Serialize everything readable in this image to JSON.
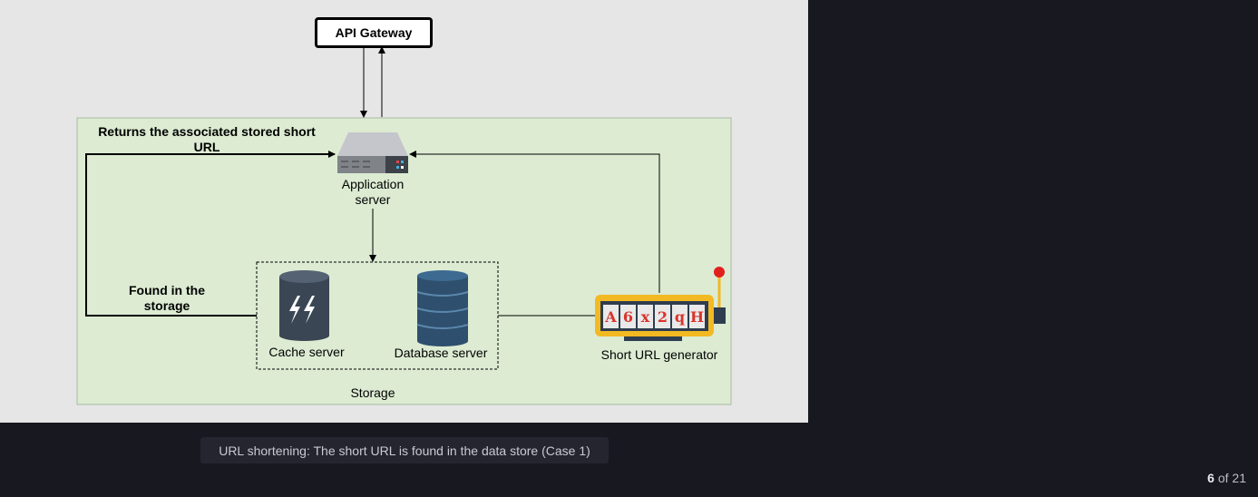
{
  "diagram": {
    "api_gateway": "API Gateway",
    "app_server": "Application server",
    "return_label": "Returns the associated stored short URL",
    "found_label": "Found in the storage",
    "cache_server": "Cache server",
    "database_server": "Database server",
    "storage": "Storage",
    "short_url_generator": "Short URL generator",
    "reel_letters": [
      "A",
      "6",
      "x",
      "2",
      "q",
      "H"
    ]
  },
  "caption": "URL shortening: The short URL is found in the data store (Case 1)",
  "pager": {
    "current": "6",
    "sep": "of",
    "total": "21"
  },
  "colors": {
    "storage_bg": "#dcebd2",
    "db_blue": "#2e4f6d",
    "cache_dark": "#3a4654",
    "slot_gold": "#f3b922",
    "reel_red": "#d9342b"
  }
}
